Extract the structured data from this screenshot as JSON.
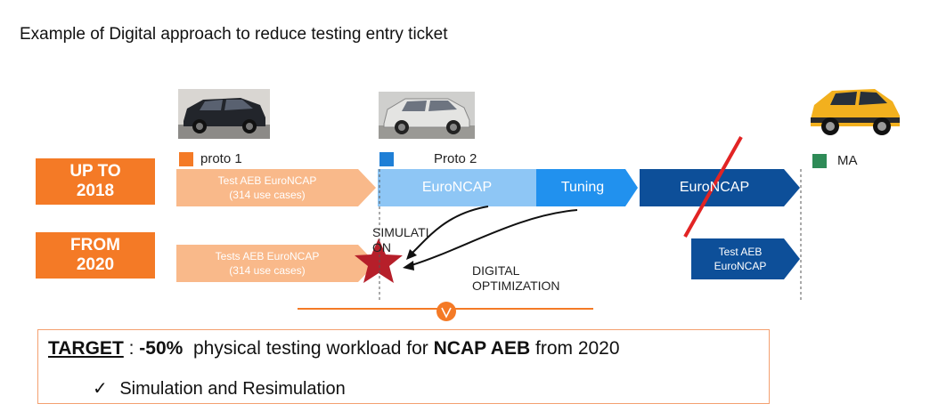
{
  "title": "Example  of Digital approach to reduce testing entry ticket",
  "eras": [
    {
      "label": "UP TO\n2018"
    },
    {
      "label": "FROM\n2020"
    }
  ],
  "legend": [
    {
      "label": "proto 1",
      "color": "#f47a26"
    },
    {
      "label": "Proto 2",
      "color": "#1f7fd6"
    },
    {
      "label": "MA",
      "color": "#2e8b57"
    }
  ],
  "row1": {
    "step1": {
      "line1": "Test AEB EuroNCAP",
      "line2": "(314 use cases)"
    },
    "step2": {
      "line1": "EuroNCAP"
    },
    "step3": {
      "line1": "Tuning"
    },
    "step4": {
      "line1": "EuroNCAP"
    }
  },
  "row2": {
    "step1": {
      "line1": "Tests AEB EuroNCAP",
      "line2": "(314 use cases)"
    },
    "step2": {
      "line1": "Test AEB",
      "line2": "EuroNCAP"
    }
  },
  "annotations": {
    "simulation": "SIMULATI\nON",
    "digital_optimization": "DIGITAL\nOPTIMIZATION"
  },
  "target": {
    "heading": "TARGET",
    "sep": " : ",
    "value": "-50%",
    "text_mid": "  physical testing workload for ",
    "subject": "NCAP AEB",
    "text_end": " from 2020",
    "check": "✓",
    "bullet": "Simulation and Resimulation"
  },
  "colors": {
    "orange": "#f47a26",
    "light_orange": "#f9b98a",
    "light_blue": "#8ec6f5",
    "mid_blue": "#2191ee",
    "dark_blue": "#0d4f99",
    "red": "#e22424",
    "star": "#b61f2a"
  },
  "icons": [
    "car-dark-photo-icon",
    "car-prototype-photo-icon",
    "car-yellow-photo-icon",
    "star-icon",
    "checkmark-icon"
  ]
}
